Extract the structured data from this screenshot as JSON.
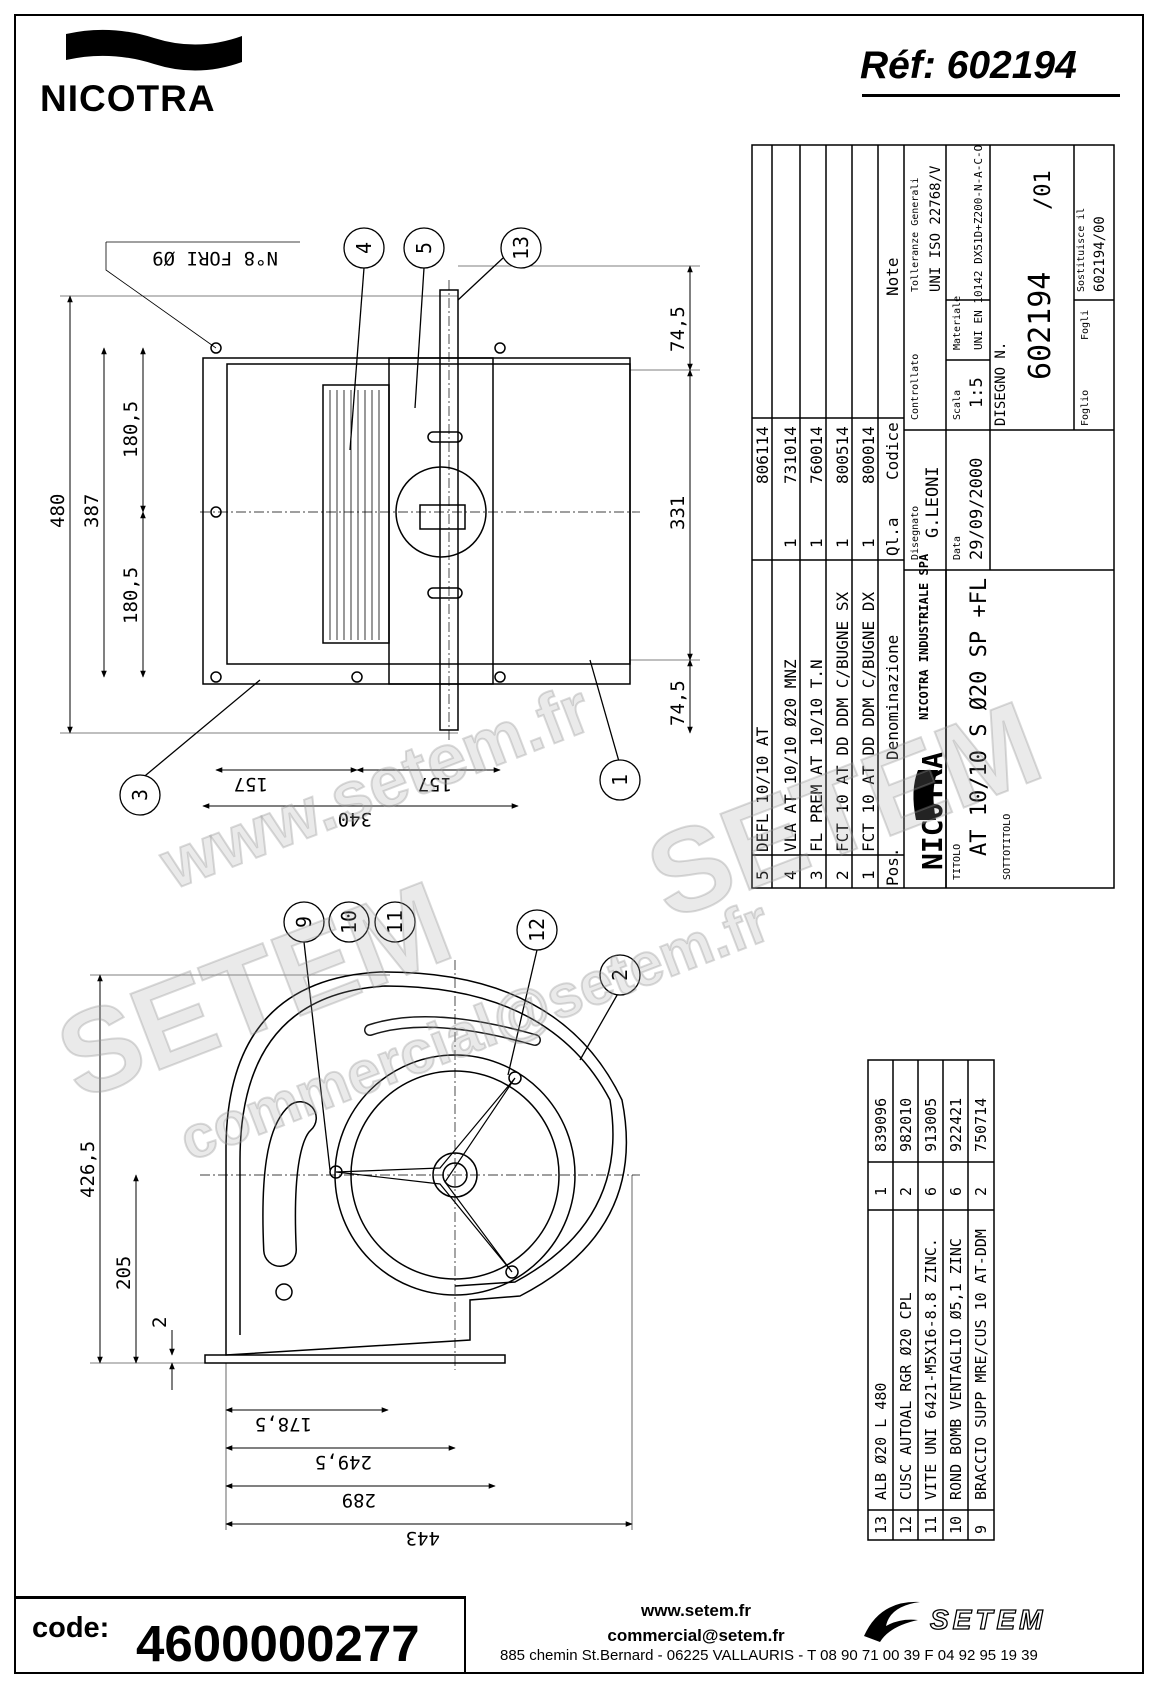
{
  "header": {
    "brand": "NICOTRA",
    "reference": "Réf: 602194"
  },
  "watermark": {
    "line1": "SETEM",
    "line2": "www.setem.fr",
    "line3": "commercial@setem.fr"
  },
  "top_view": {
    "callouts": [
      "4",
      "5",
      "13",
      "3",
      "1"
    ],
    "holes_note": "N°8 FORI Ø9",
    "dims": {
      "overall_height": "480",
      "inner_height": "387",
      "half_top": "180,5",
      "half_bottom": "180,5",
      "top_offset": "74,5",
      "bottom_offset": "74,5",
      "body_height": "331",
      "half_width_left": "157",
      "half_width_right": "157",
      "overall_width": "340"
    }
  },
  "side_view": {
    "callouts": [
      "9",
      "10",
      "11",
      "12",
      "2"
    ],
    "dims": {
      "height_total": "426,5",
      "height_axis": "205",
      "foot": "2",
      "w1": "178,5",
      "w2": "249,5",
      "w3": "289",
      "w4": "443"
    }
  },
  "bom_upper": {
    "rows": [
      {
        "pos": "5",
        "denominazione": "DEFL 10/10 AT",
        "qty": "",
        "codice": "806114"
      },
      {
        "pos": "4",
        "denominazione": "VLA AT 10/10 Ø20 MNZ",
        "qty": "1",
        "codice": "731014"
      },
      {
        "pos": "3",
        "denominazione": "FL PREM AT 10/10 T.N",
        "qty": "1",
        "codice": "760014"
      },
      {
        "pos": "2",
        "denominazione": "FCT 10 AT DD DDM C/BUGNE SX",
        "qty": "1",
        "codice": "800514"
      },
      {
        "pos": "1",
        "denominazione": "FCT 10 AT DD DDM C/BUGNE DX",
        "qty": "1",
        "codice": "800014"
      }
    ],
    "headers": {
      "pos": "Pos.",
      "denominazione": "Denominazione",
      "qty": "Ql.a",
      "codice": "Codice",
      "note": "Note"
    }
  },
  "title_block": {
    "company": "NICOTRA",
    "company_full": "NICOTRA INDUSTRIALE SPA",
    "disegnato_label": "Disegnato",
    "disegnato": "G.LEONI",
    "controllato_label": "Controllato",
    "tolleranze_label": "Tolleranze Generali",
    "tolleranze": "UNI ISO 22768/V",
    "data_label": "Data",
    "data": "29/09/2000",
    "scala_label": "Scala",
    "scala": "1:5",
    "materiale_label": "Materiale",
    "materiale": "UNI EN 10142 DX51D+Z200-N-A-C-O",
    "disegno_label": "DISEGNO N.",
    "disegno": "602194",
    "revision": "/01",
    "foglio_label": "Foglio",
    "fogli_label": "Fogli",
    "sostituisce_label": "Sostituisce il",
    "sostituisce": "602194/00",
    "titolo_label": "TITOLO",
    "titolo": "AT 10/10 S Ø20 SP +FL",
    "sottotitolo_label": "SOTTOTITOLO"
  },
  "bom_lower": {
    "rows": [
      {
        "pos": "13",
        "denominazione": "ALB Ø20 L 480",
        "qty": "1",
        "codice": "839096"
      },
      {
        "pos": "12",
        "denominazione": "CUSC AUTOAL RGR Ø20 CPL",
        "qty": "2",
        "codice": "982010"
      },
      {
        "pos": "11",
        "denominazione": "VITE UNI 6421-M5X16-8.8 ZINC.",
        "qty": "6",
        "codice": "913005"
      },
      {
        "pos": "10",
        "denominazione": "ROND BOMB VENTAGLIO Ø5,1 ZINC",
        "qty": "6",
        "codice": "922421"
      },
      {
        "pos": "9",
        "denominazione": "BRACCIO SUPP MRE/CUS 10 AT-DDM",
        "qty": "2",
        "codice": "750714"
      }
    ]
  },
  "footer": {
    "code_label": "code:",
    "code_value": "4600000277",
    "website": "www.setem.fr",
    "email": "commercial@setem.fr",
    "address": "885 chemin St.Bernard  -  06225 VALLAURIS  -  T 08 90 71 00 39   F 04 92 95 19 39",
    "setem_brand": "SETEM"
  }
}
